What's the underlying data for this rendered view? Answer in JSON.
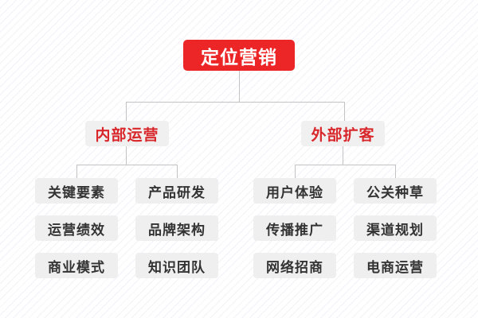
{
  "diagram": {
    "type": "org-tree",
    "title": "定位营销",
    "background": "#ffffff",
    "stripe_color": "#d0d4de",
    "colors": {
      "root_fill": "#ec2527",
      "root_text": "#ffffff",
      "branch_fill": "#f0f0f0",
      "branch_text": "#d8262a",
      "leaf_fill": "#efefef",
      "leaf_text": "#333333",
      "connector": "#c3c3c3"
    },
    "root": {
      "label": "定位营销"
    },
    "branches": [
      {
        "label": "内部运营",
        "columns": [
          {
            "items": [
              "关键要素",
              "运营绩效",
              "商业模式"
            ]
          },
          {
            "items": [
              "产品研发",
              "品牌架构",
              "知识团队"
            ]
          }
        ]
      },
      {
        "label": "外部扩客",
        "columns": [
          {
            "items": [
              "用户体验",
              "传播推广",
              "网络招商"
            ]
          },
          {
            "items": [
              "公关种草",
              "渠道规划",
              "电商运营"
            ]
          }
        ]
      }
    ],
    "leaves_flat": [
      "关键要素",
      "产品研发",
      "用户体验",
      "公关种草",
      "运营绩效",
      "品牌架构",
      "传播推广",
      "渠道规划",
      "商业模式",
      "知识团队",
      "网络招商",
      "电商运营"
    ]
  }
}
